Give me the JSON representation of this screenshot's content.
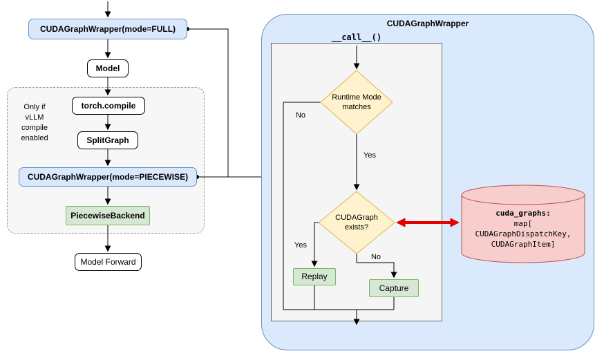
{
  "left_flow": {
    "full_wrapper_label": "CUDAGraphWrapper(mode=FULL)",
    "model_label": "Model",
    "group_note": "Only if\nvLLM\ncompile\nenabled",
    "torch_compile_label": "torch.compile",
    "split_graph_label": "SplitGraph",
    "piecewise_wrapper_label": "CUDAGraphWrapper(mode=PIECEWISE)",
    "piecewise_backend_label": "PiecewiseBackend",
    "model_forward_label": "Model Forward"
  },
  "wrapper_panel": {
    "title": "CUDAGraphWrapper",
    "call_label": "__call__()",
    "runtime_diamond_label": "Runtime Mode\nmatches",
    "exists_diamond_label": "CUDAGraph\nexists?",
    "runtime_no_label": "No",
    "runtime_yes_label": "Yes",
    "exists_yes_label": "Yes",
    "exists_no_label": "No",
    "replay_label": "Replay",
    "capture_label": "Capture"
  },
  "store": {
    "title": "cuda_graphs:",
    "lines": [
      "map[",
      "CUDAGraphDispatchKey,",
      "CUDAGraphItem]"
    ]
  },
  "colors": {
    "blue_fill": "#dae8fc",
    "blue_border": "#6c8ebf",
    "green_fill": "#d5e8d4",
    "green_border": "#82b366",
    "diamond_fill": "#fff2cc",
    "diamond_border": "#d6b656",
    "store_fill": "#f8cecc",
    "store_border": "#b85450",
    "sync_arrow": "#e60000",
    "container_fill": "#dbe9fc",
    "panel_fill": "#f5f5f5"
  }
}
